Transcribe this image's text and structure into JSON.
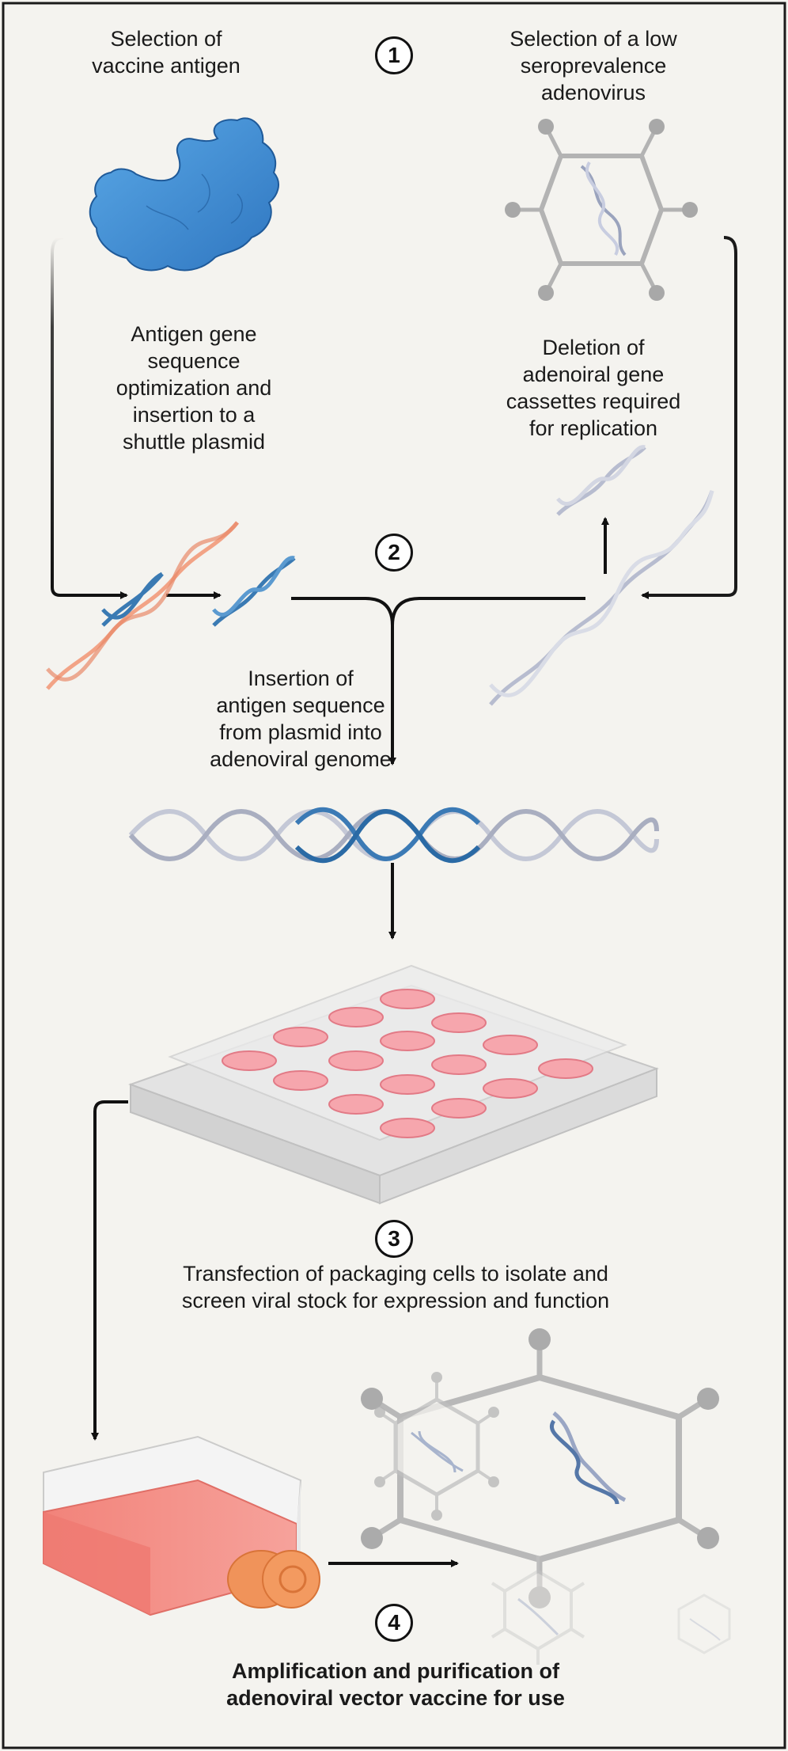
{
  "steps": [
    "1",
    "2",
    "3",
    "4"
  ],
  "labels": {
    "selection_antigen": [
      "Selection of",
      "vaccine antigen"
    ],
    "selection_adenovirus": [
      "Selection of a low",
      "seroprevalence",
      "adenovirus"
    ],
    "antigen_optimization": [
      "Antigen gene",
      "sequence",
      "optimization and",
      "insertion to a",
      "shuttle plasmid"
    ],
    "deletion_cassettes": [
      "Deletion of",
      "adenoiral gene",
      "cassettes required",
      "for replication"
    ],
    "insertion_antigen": [
      "Insertion of",
      "antigen sequence",
      "from plasmid into",
      "adenoviral genome"
    ],
    "transfection": [
      "Transfection of packaging cells to isolate and",
      "screen viral stock for expression and function"
    ],
    "amplification": [
      "Amplification and purification of",
      "adenoviral vector vaccine for use"
    ]
  },
  "colors": {
    "background": "#f4f3ef",
    "antigen_blue": "#3b86cf",
    "plasmid_orange": "#f2a386",
    "virus_gray": "#b3b3b3",
    "well_pink": "#f6a6ad",
    "flask_red": "#f2837a",
    "cap_orange": "#f0935a"
  }
}
